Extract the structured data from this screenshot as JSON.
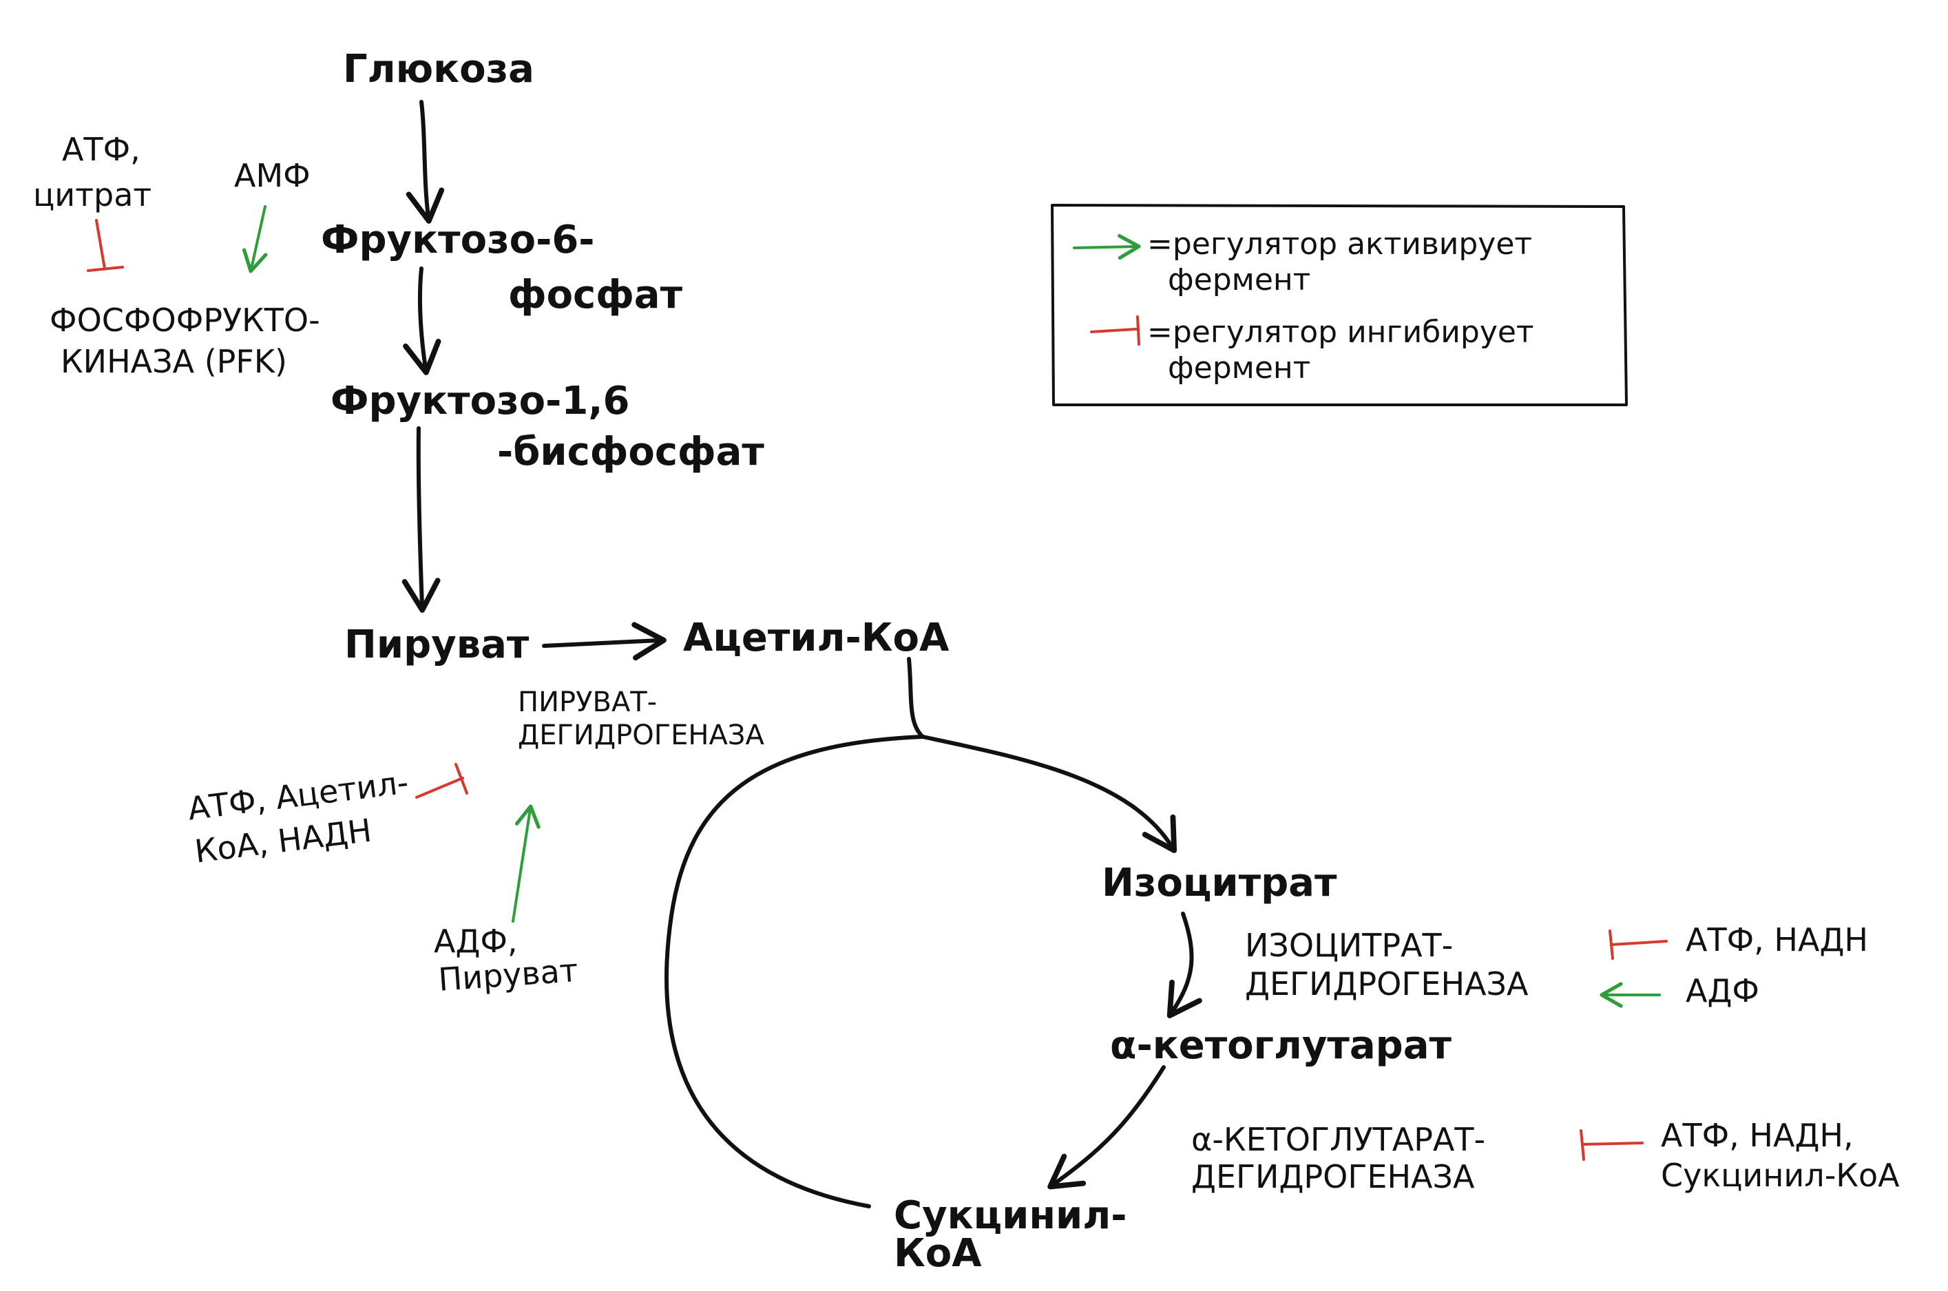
{
  "metabolites": {
    "glucose": "Глюкоза",
    "f6p_1": "Фруктозо-6-",
    "f6p_2": "фосфат",
    "f16bp_1": "Фруктозо-1,6",
    "f16bp_2": "-бисфосфат",
    "pyruvate": "Пируват",
    "acetyl_coa": "Ацетил-КоА",
    "isocitrate": "Изоцитрат",
    "akg": "α-кетоглутарат",
    "succinyl_1": "Сукцинил-",
    "succinyl_2": "КоА"
  },
  "enzymes": {
    "pfk_1": "ФОСФОФРУКТО-",
    "pfk_2": "КИНАЗА (PFK)",
    "pdh_1": "ПИРУВАТ-",
    "pdh_2": "ДЕГИДРОГЕНАЗА",
    "idh_1": "ИЗОЦИТРАТ-",
    "idh_2": "ДЕГИДРОГЕНАЗА",
    "akgdh_1": "α-КЕТОГЛУТАРАТ-",
    "akgdh_2": "ДЕГИДРОГЕНАЗА"
  },
  "regulators": {
    "pfk_inhib_1": "АТФ,",
    "pfk_inhib_2": "цитрат",
    "pfk_activ": "АМФ",
    "pdh_inhib_1": "АТФ, Ацетил-",
    "pdh_inhib_2": "КоА, НАДН",
    "pdh_activ_1": "АДФ,",
    "pdh_activ_2": "Пируват",
    "idh_inhib": "АТФ, НАДН",
    "idh_activ": "АДФ",
    "akgdh_inhib_1": "АТФ, НАДН,",
    "akgdh_inhib_2": "Сукцинил-КоА"
  },
  "legend": {
    "activ_1": "=регулятор активирует",
    "activ_2": "фермент",
    "inhib_1": "=регулятор ингибирует",
    "inhib_2": "фермент"
  },
  "colors": {
    "activator": "#2e9e3a",
    "inhibitor": "#d63a2f",
    "ink": "#111111"
  }
}
